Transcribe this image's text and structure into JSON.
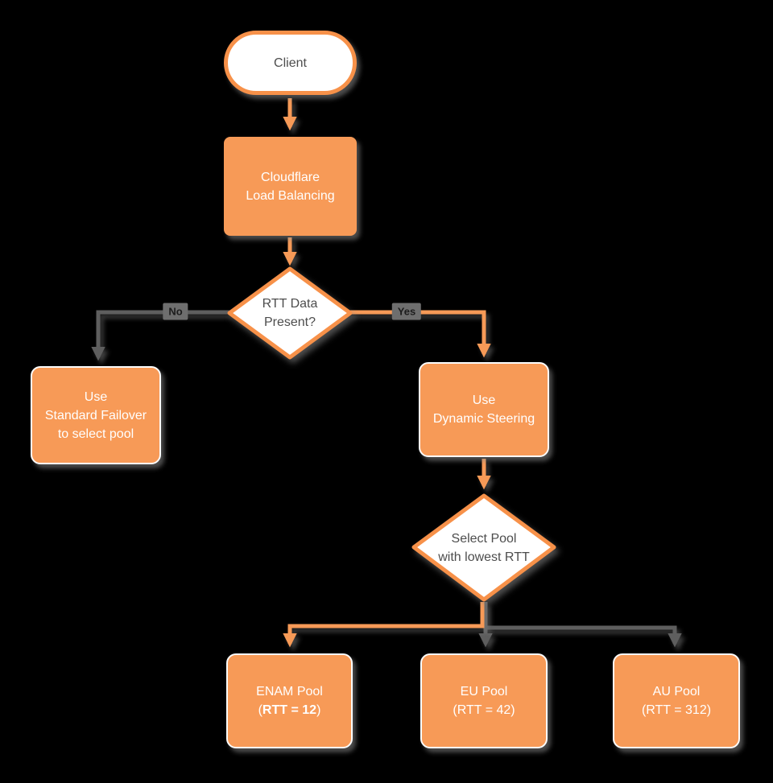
{
  "colors": {
    "orange": "#F79A57",
    "orange_border": "#F79149",
    "gray_line": "#5E5E5E",
    "label_bg": "#6E6E6E",
    "label_text": "#1C1C1C",
    "dark_text": "#4D4D4D",
    "white": "#FFFFFF",
    "background": "#000000"
  },
  "nodes": {
    "client": {
      "label": "Client"
    },
    "load_balancer": {
      "line1": "Cloudflare",
      "line2": "Load Balancing"
    },
    "rtt_decision": {
      "line1": "RTT Data",
      "line2": "Present?"
    },
    "standard_failover": {
      "line1": "Use",
      "line2": "Standard Failover",
      "line3": "to select pool"
    },
    "dynamic_steering": {
      "line1": "Use",
      "line2": "Dynamic Steering"
    },
    "select_pool": {
      "line1": "Select Pool",
      "line2": "with lowest RTT"
    },
    "enam_pool": {
      "line1": "ENAM Pool",
      "line2_prefix": "(",
      "line2_bold": "RTT = 12",
      "line2_suffix": ")"
    },
    "eu_pool": {
      "line1": "EU Pool",
      "line2": "(RTT = 42)"
    },
    "au_pool": {
      "line1": "AU Pool",
      "line2": "(RTT = 312)"
    }
  },
  "edges": {
    "no_label": "No",
    "yes_label": "Yes"
  }
}
